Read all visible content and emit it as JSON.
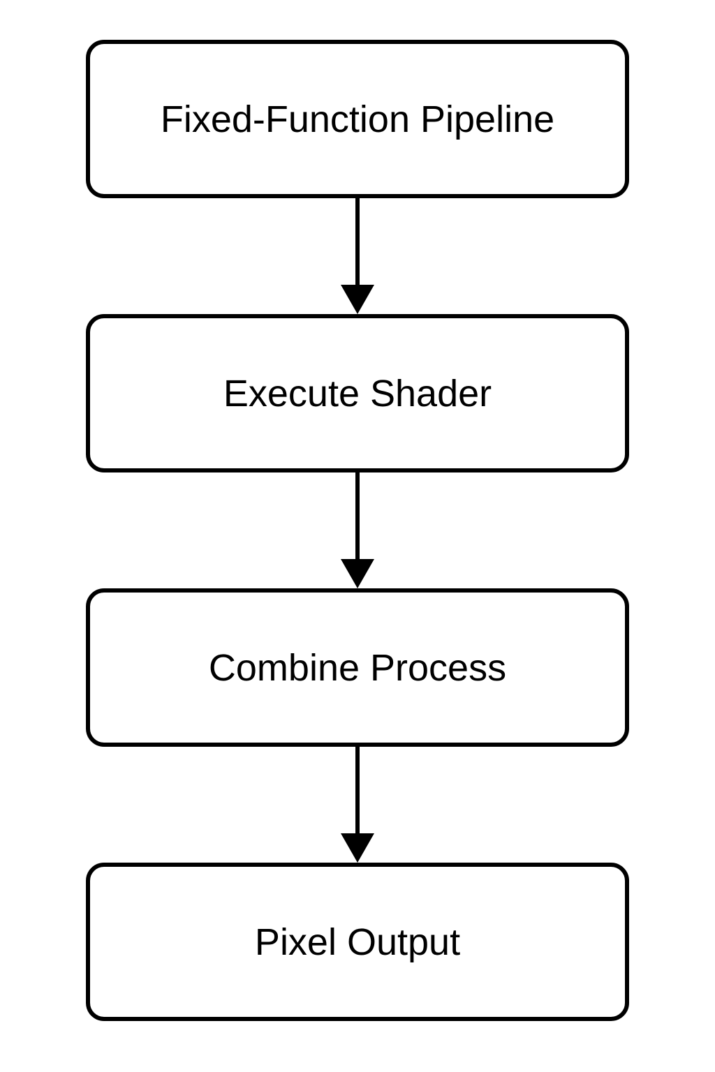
{
  "flowchart": {
    "title": "",
    "type": "vertical-flowchart",
    "colors": {
      "background": "#ffffff",
      "node_fill": "#ffffff",
      "node_border": "#000000",
      "text": "#000000",
      "arrow": "#000000"
    },
    "nodes": [
      {
        "id": "fixed-function-pipeline",
        "label": "Fixed-Function Pipeline"
      },
      {
        "id": "execute-shader",
        "label": "Execute Shader"
      },
      {
        "id": "combine-process",
        "label": "Combine Process"
      },
      {
        "id": "pixel-output",
        "label": "Pixel Output"
      }
    ],
    "edges": [
      {
        "from": "fixed-function-pipeline",
        "to": "execute-shader",
        "direction": "down"
      },
      {
        "from": "execute-shader",
        "to": "combine-process",
        "direction": "down"
      },
      {
        "from": "combine-process",
        "to": "pixel-output",
        "direction": "down"
      }
    ]
  }
}
